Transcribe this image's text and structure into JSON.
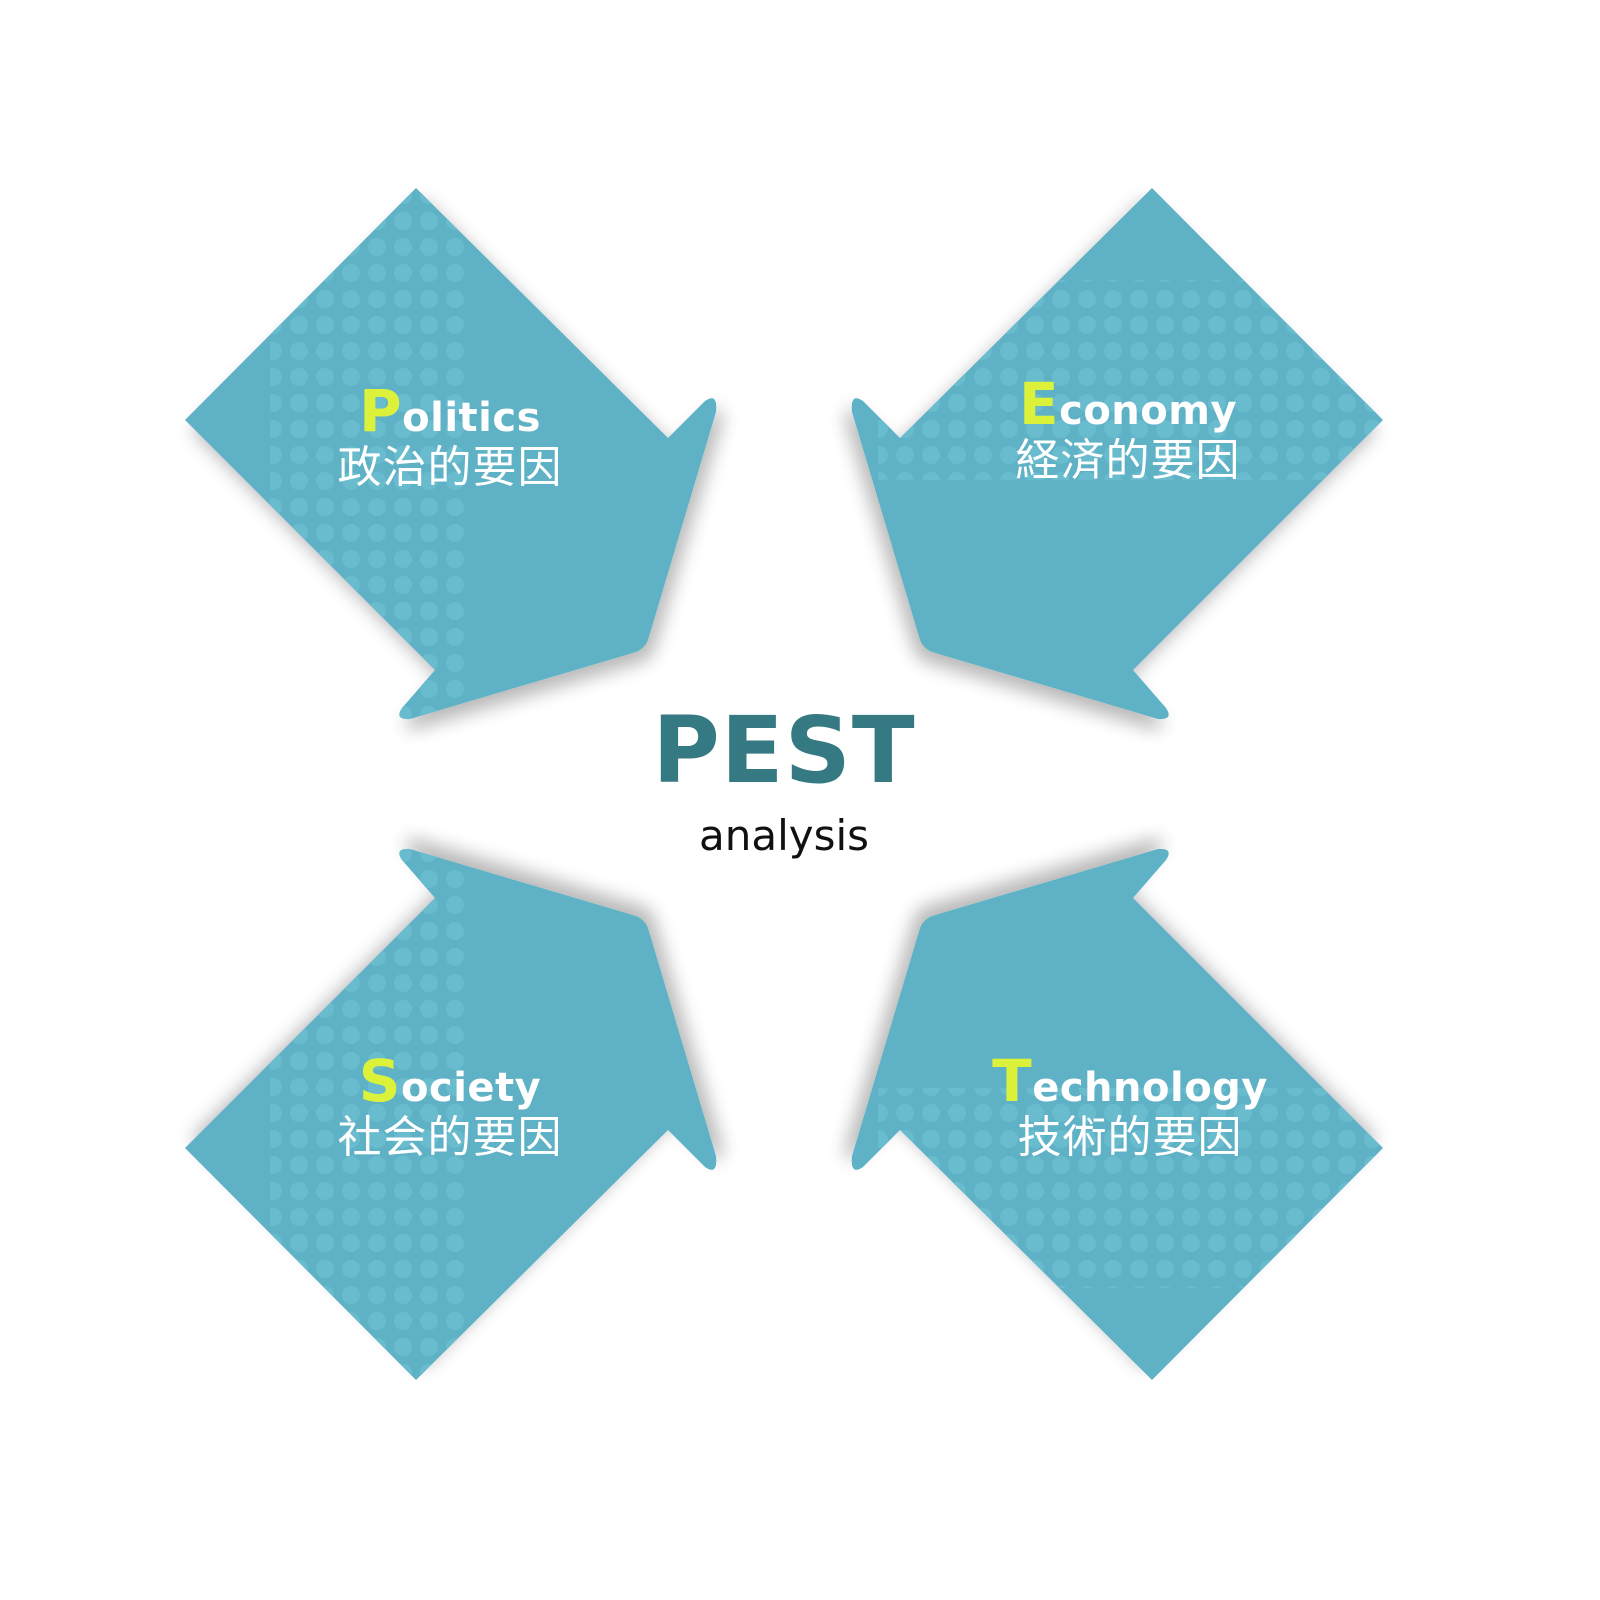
{
  "center": {
    "title": "PEST",
    "subtitle": "analysis"
  },
  "colors": {
    "arrow_fill": "#5eb2c6",
    "arrow_dots": "#6bbecf",
    "highlight_letter": "#dcf23a",
    "title": "#357a83",
    "subtitle": "#111111",
    "background": "#ffffff"
  },
  "quadrants": [
    {
      "id": "politics",
      "initial": "P",
      "rest": "olitics",
      "jp": "政治的要因",
      "position": "top-left",
      "arrow_direction": "down-right"
    },
    {
      "id": "economy",
      "initial": "E",
      "rest": "conomy",
      "jp": "経済的要因",
      "position": "top-right",
      "arrow_direction": "down-left"
    },
    {
      "id": "society",
      "initial": "S",
      "rest": "ociety",
      "jp": "社会的要因",
      "position": "bottom-left",
      "arrow_direction": "up-right"
    },
    {
      "id": "technology",
      "initial": "T",
      "rest": "echnology",
      "jp": "技術的要因",
      "position": "bottom-right",
      "arrow_direction": "up-left"
    }
  ]
}
